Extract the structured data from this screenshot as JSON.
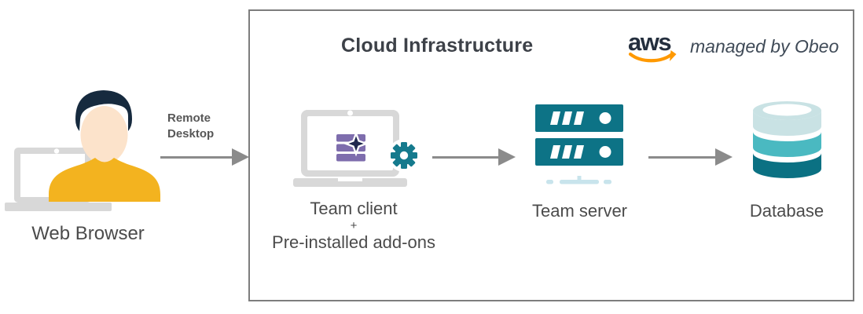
{
  "left": {
    "web_browser_label": "Web Browser",
    "remote_desktop_label": "Remote Desktop"
  },
  "cloud": {
    "title": "Cloud Infrastructure",
    "aws_text": "aws",
    "managed_by": "managed by Obeo",
    "team_client": {
      "line1": "Team client",
      "line2": "+",
      "line3": "Pre-installed add-ons"
    },
    "team_server_label": "Team server",
    "database_label": "Database"
  },
  "icons": {
    "web_browser": "person-with-laptop-icon",
    "team_client": "laptop-with-addon-stack-and-gear-icon",
    "team_server": "server-rack-icon",
    "database": "database-cylinder-icon",
    "aws": "aws-logo",
    "connector": "right-arrow-icon"
  },
  "colors": {
    "box_border": "#7d7d7d",
    "arrow_gray": "#8b8b8b",
    "title_text": "#3d4148",
    "label_text": "#4b4b4b",
    "hair_navy": "#162a3e",
    "skin": "#fce3cb",
    "shirt_yellow": "#f3b31f",
    "laptop_gray": "#d8d8d8",
    "addon_purple": "#7e6dad",
    "star_navy": "#20294e",
    "gear_teal": "#157a8d",
    "server_teal": "#0d7386",
    "server_stand_light": "#c8e4ec",
    "db_light": "#c9e2e4",
    "db_mid": "#4ab9c1",
    "db_dark": "#0b7183",
    "aws_navy": "#242f3e",
    "aws_orange": "#ff9900"
  }
}
